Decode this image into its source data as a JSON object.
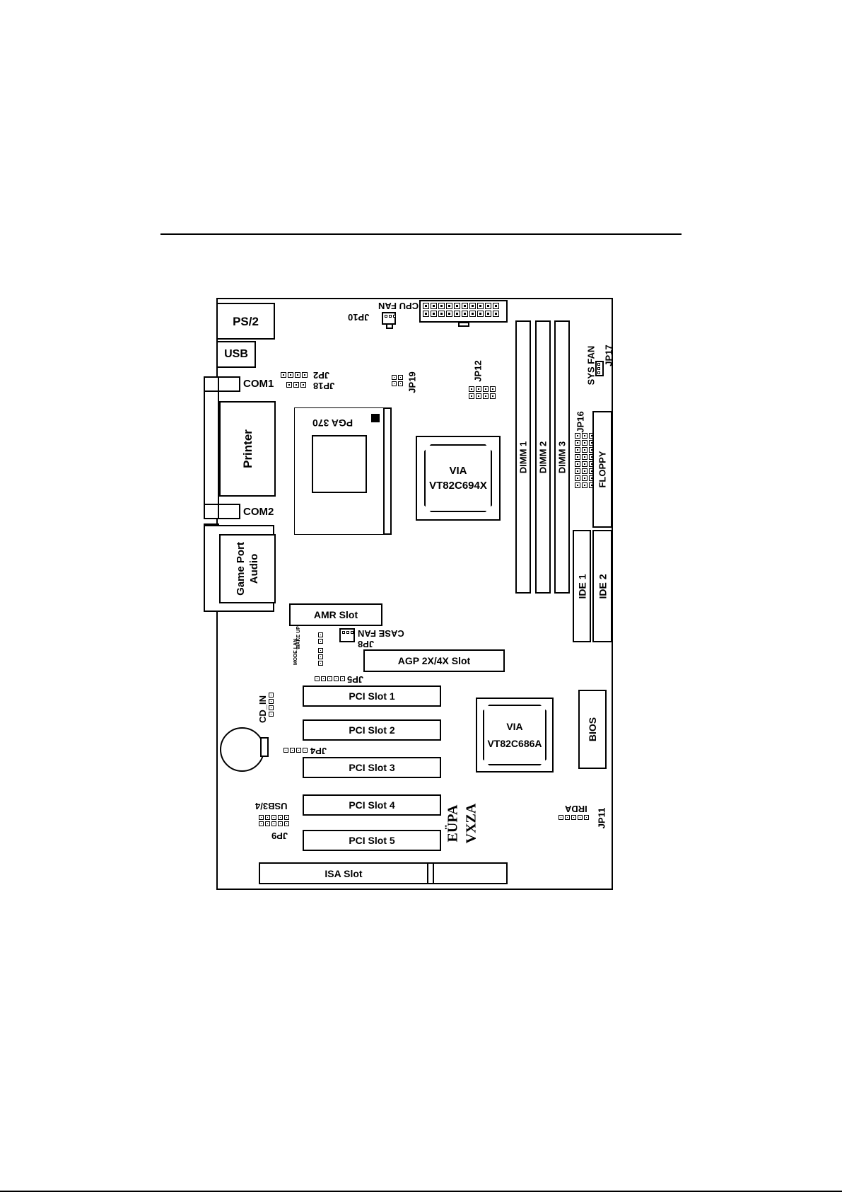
{
  "board": {
    "ps2": "PS/2",
    "usb": "USB",
    "com1": "COM1",
    "com2": "COM2",
    "printer": "Printer",
    "game_port_line1": "Game Port",
    "game_port_line2": "Audio",
    "cpu_fan": "CPU FAN",
    "jp10": "JP10",
    "jp2": "JP2",
    "jp18": "JP18",
    "jp19": "JP19",
    "jp12": "JP12",
    "pga370": "PGA 370",
    "north_bridge_line1": "VIA",
    "north_bridge_line2": "VT82C694X",
    "dimm1": "DIMM 1",
    "dimm2": "DIMM 2",
    "dimm3": "DIMM 3",
    "sys_fan": "SYS FAN",
    "jp17": "JP17",
    "jp16": "JP16",
    "floppy": "FLOPPY",
    "ide1": "IDE 1",
    "ide2": "IDE 2",
    "amr_slot": "AMR Slot",
    "case_fan": "CASE FAN",
    "jp8": "JP8",
    "wake_up": "WAKE UP",
    "mode_lan": "MODE LAN",
    "agp_slot": "AGP 2X/4X Slot",
    "jp5": "JP5",
    "cd_in": "CD_IN",
    "pci1": "PCI Slot 1",
    "pci2": "PCI Slot 2",
    "pci3": "PCI Slot 3",
    "pci4": "PCI Slot 4",
    "pci5": "PCI Slot 5",
    "jp4": "JP4",
    "south_bridge_line1": "VIA",
    "south_bridge_line2": "VT82C686A",
    "bios": "BIOS",
    "model_line1": "EÜPA",
    "model_line2": "VXZA",
    "irda": "IRDA",
    "jp11": "JP11",
    "usb34": "USB3/4",
    "jp9": "JP9",
    "isa_slot": "ISA Slot"
  }
}
